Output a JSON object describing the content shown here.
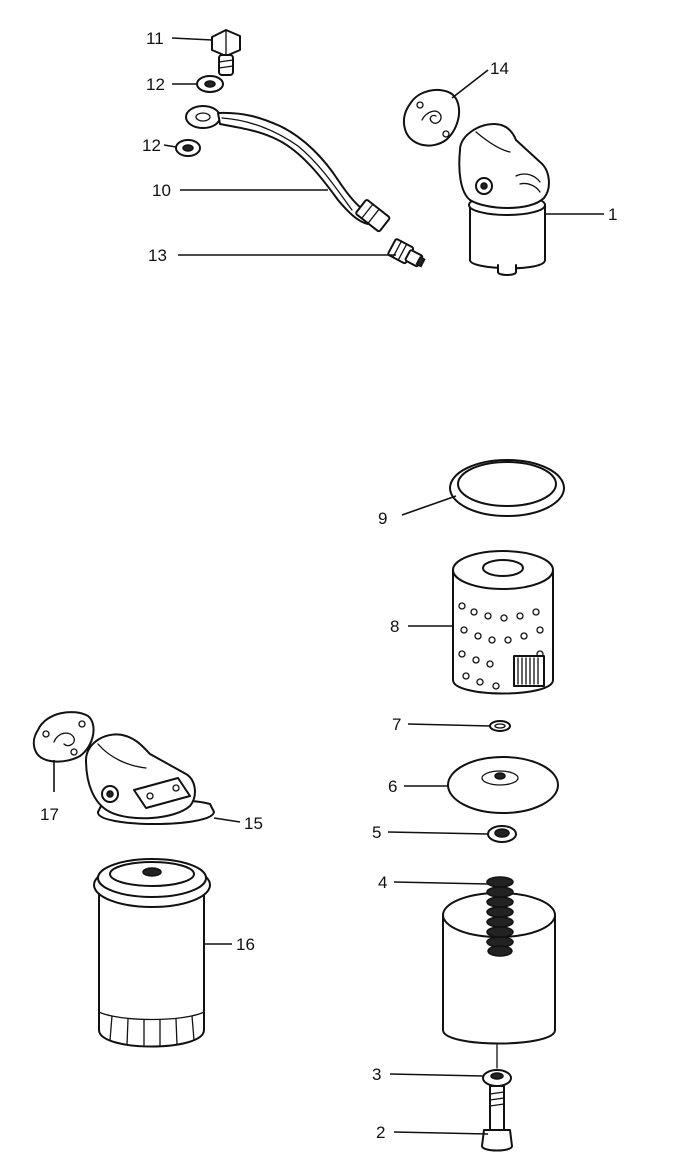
{
  "callouts": {
    "c1": "1",
    "c2": "2",
    "c3": "3",
    "c4": "4",
    "c5": "5",
    "c6": "6",
    "c7": "7",
    "c8": "8",
    "c9": "9",
    "c10": "10",
    "c11": "11",
    "c12a": "12",
    "c12b": "12",
    "c13": "13",
    "c14": "14",
    "c15": "15",
    "c16": "16",
    "c17": "17"
  },
  "colors": {
    "ink": "#111111",
    "paper": "#ffffff"
  }
}
